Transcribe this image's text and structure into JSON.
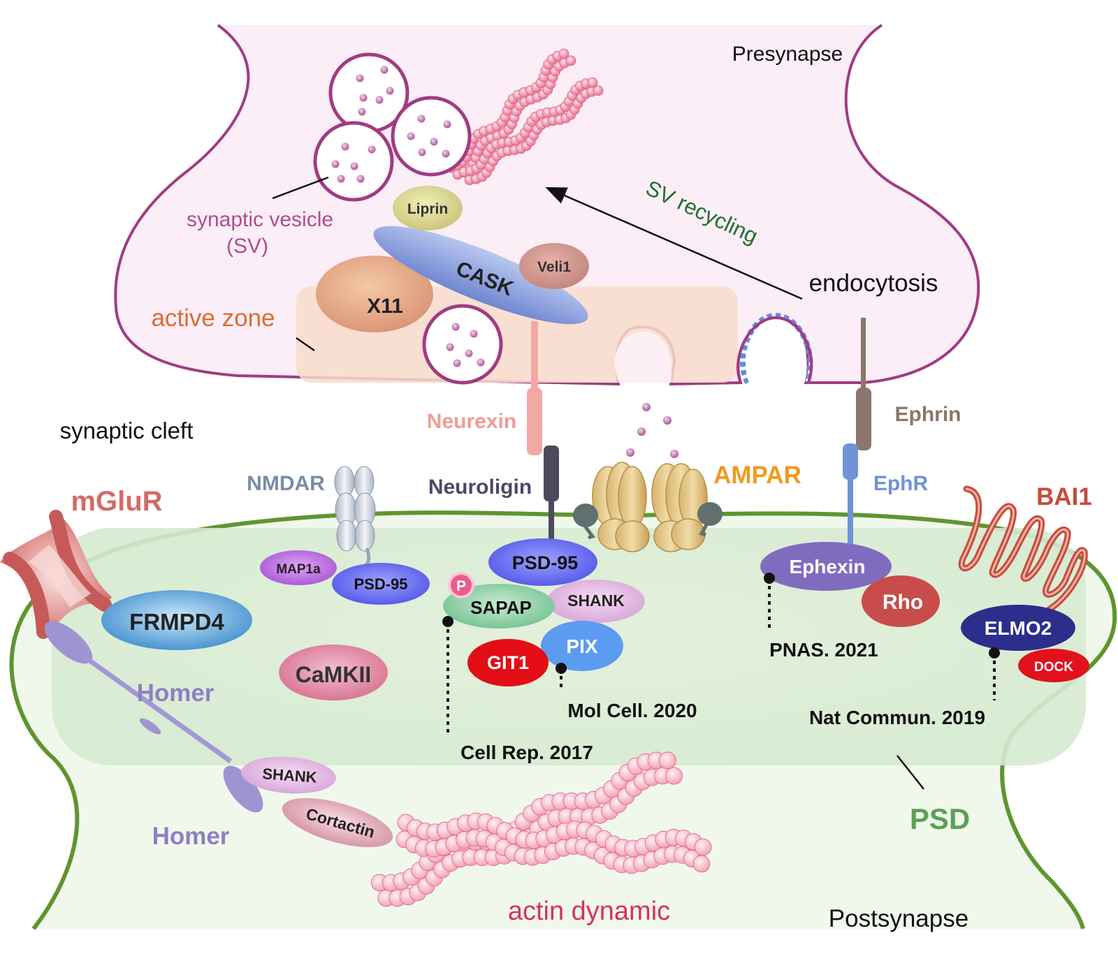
{
  "regions": {
    "presynapse": "Presynapse",
    "postsynapse": "Postsynapse",
    "synaptic_cleft": "synaptic cleft",
    "active_zone": "active zone",
    "synaptic_vesicle_line1": "synaptic vesicle",
    "synaptic_vesicle_line2": "(SV)",
    "psd": "PSD"
  },
  "processes": {
    "sv_recycling": "SV recycling",
    "endocytosis": "endocytosis",
    "actin_dynamic": "actin dynamic"
  },
  "presynaptic_proteins": {
    "liprin": "Liprin",
    "cask": "CASK",
    "veli1": "Veli1",
    "x11": "X11"
  },
  "membrane_proteins": {
    "neurexin": "Neurexin",
    "neuroligin": "Neuroligin",
    "ampar": "AMPAR",
    "ephrin": "Ephrin",
    "ephr": "EphR",
    "nmdar": "NMDAR",
    "mglur": "mGluR",
    "bai1": "BAI1"
  },
  "postsynaptic_proteins": {
    "frmpd4": "FRMPD4",
    "homer_1": "Homer",
    "homer_2": "Homer",
    "map1a": "MAP1a",
    "psd95_nmdar": "PSD-95",
    "camkii": "CaMKII",
    "psd95_center": "PSD-95",
    "phospho": "P",
    "sapap": "SAPAP",
    "shank_center": "SHANK",
    "pix": "PIX",
    "git1": "GIT1",
    "ephexin": "Ephexin",
    "rho": "Rho",
    "elmo2": "ELMO2",
    "dock": "DOCK",
    "shank_lower": "SHANK",
    "cortactin": "Cortactin"
  },
  "references": {
    "cell_rep": "Cell Rep. 2017",
    "mol_cell": "Mol Cell. 2020",
    "pnas": "PNAS. 2021",
    "nat_commun": "Nat Commun. 2019"
  },
  "colors": {
    "presynapse_fill": "#fbeef6",
    "presynapse_stroke": "#a03c82",
    "postsynapse_fill": "#eef7e9",
    "postsynapse_stroke": "#5f952f",
    "vesicle": "#a03c82",
    "actin": "#ec6d8c",
    "sv_recycling_text": "#1f6e2e",
    "active_zone_text": "#d96d36",
    "psd_text": "#5da057",
    "mglur": "#d26b68",
    "homer": "#8d7fc4",
    "nmdar": "#7a8ca6",
    "neurexin": "#ee9c96",
    "ampar": "#f19a20",
    "ephrin": "#8b766c",
    "ephr": "#6f93d5",
    "bai1": "#c84b3b",
    "actin_dynamic_text": "#d9315c"
  }
}
